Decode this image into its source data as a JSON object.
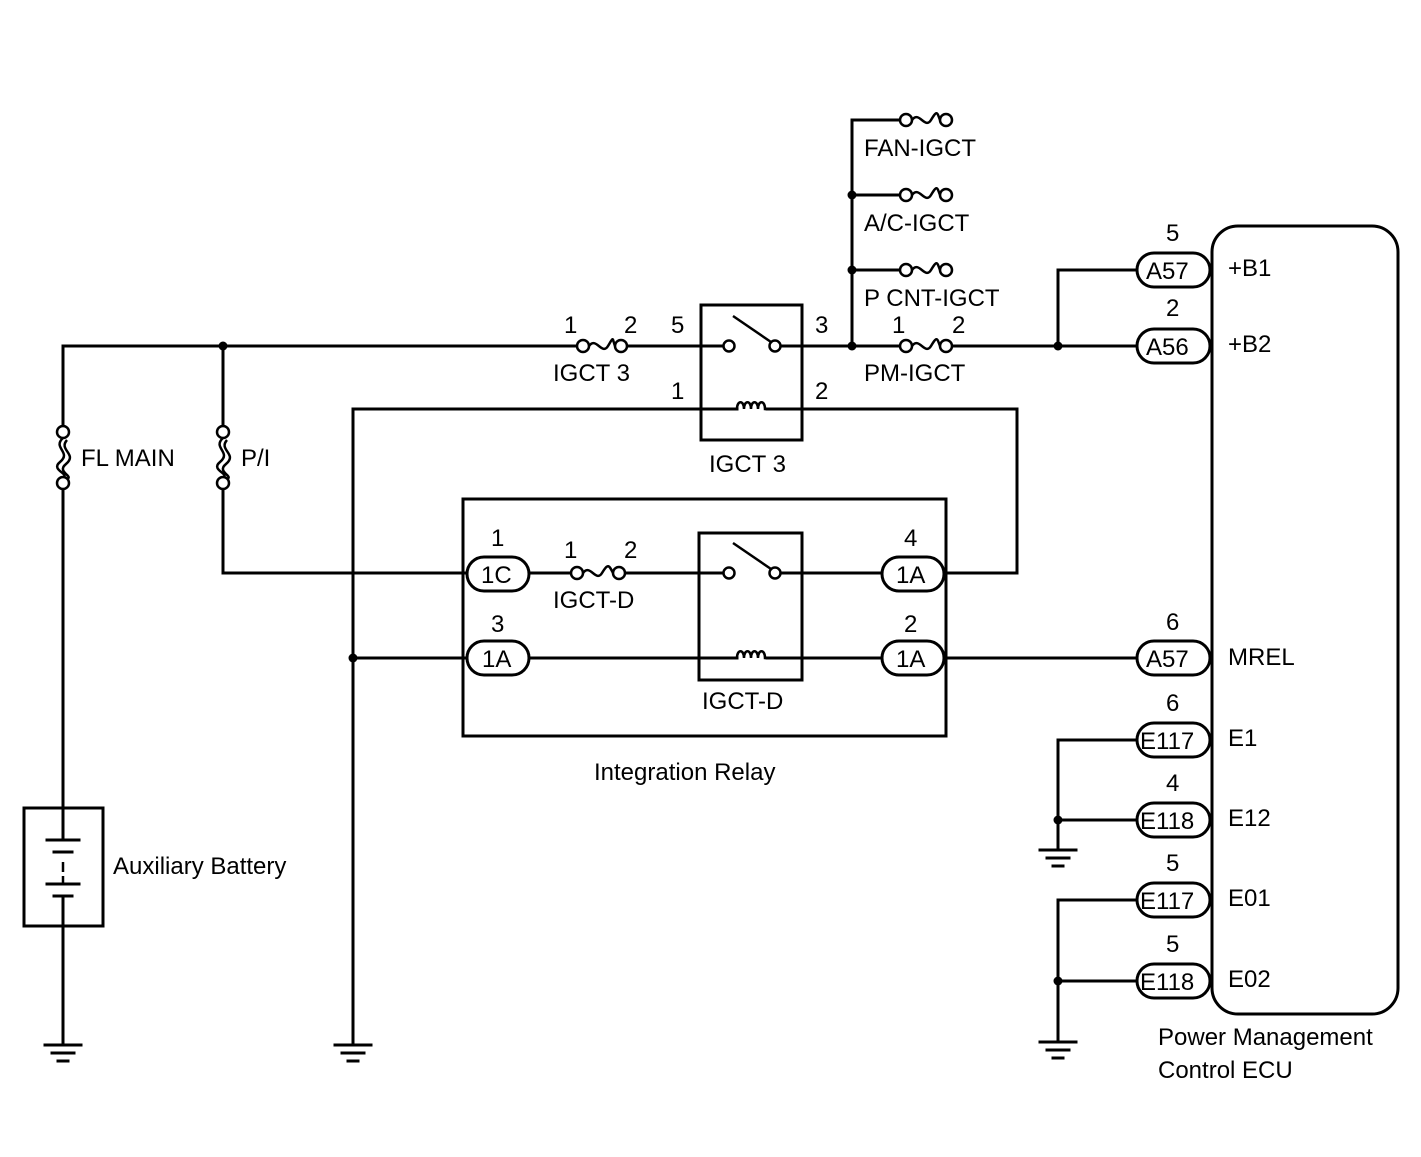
{
  "battery": {
    "label": "Auxiliary Battery"
  },
  "fuses": {
    "fl_main": "FL MAIN",
    "pi": "P/I",
    "igct3": "IGCT 3",
    "igct_d": "IGCT-D",
    "pm_igct": "PM-IGCT",
    "fan_igct": "FAN-IGCT",
    "ac_igct": "A/C-IGCT",
    "pcnt_igct": "P CNT-IGCT"
  },
  "relays": {
    "igct3": "IGCT 3",
    "igct_d": "IGCT-D"
  },
  "integration_relay": {
    "label": "Integration Relay"
  },
  "ecu": {
    "line1": "Power Management",
    "line2": "Control ECU"
  },
  "pins": {
    "fuse_in": "1",
    "fuse_out": "2",
    "r3_p5": "5",
    "r3_p3": "3",
    "r3_p1": "1",
    "r3_p2": "2",
    "c1c_pin": "1",
    "c1a4_pin": "4",
    "c1a3_pin": "3",
    "c1a2_pin": "2",
    "a57_5": "5",
    "a56_2": "2",
    "a57_6": "6",
    "e117_6": "6",
    "e118_4": "4",
    "e117_5": "5",
    "e118_5": "5"
  },
  "connectors": {
    "c1c": "1C",
    "c1a": "1A",
    "a57": "A57",
    "a56": "A56",
    "e117": "E117",
    "e118": "E118"
  },
  "ecu_terminals": {
    "b1": "+B1",
    "b2": "+B2",
    "mrel": "MREL",
    "e1": "E1",
    "e12": "E12",
    "e01": "E01",
    "e02": "E02"
  }
}
